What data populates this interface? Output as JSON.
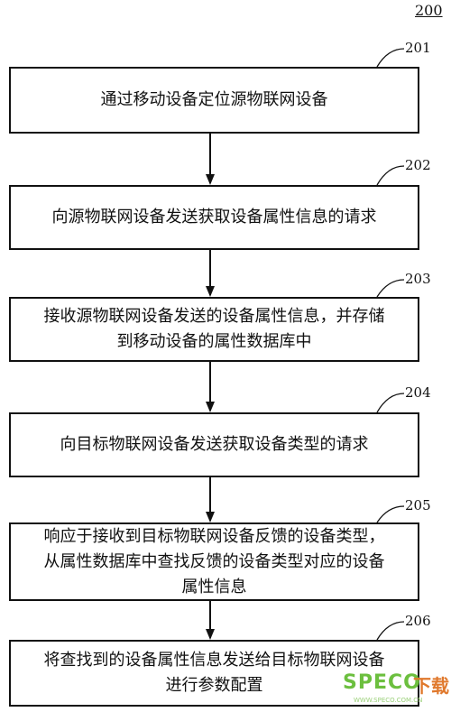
{
  "figure": {
    "label": "200"
  },
  "steps": [
    {
      "num": "201",
      "text": "通过移动设备定位源物联网设备"
    },
    {
      "num": "202",
      "text": "向源物联网设备发送获取设备属性信息的请求"
    },
    {
      "num": "203",
      "text": "接收源物联网设备发送的设备属性信息，并存储\n到移动设备的属性数据库中"
    },
    {
      "num": "204",
      "text": "向目标物联网设备发送获取设备类型的请求"
    },
    {
      "num": "205",
      "text": "响应于接收到目标物联网设备反馈的设备类型，\n从属性数据库中查找反馈的设备类型对应的设备\n属性信息"
    },
    {
      "num": "206",
      "text": "将查找到的设备属性信息发送给目标物联网设备\n进行参数配置"
    }
  ],
  "watermark": {
    "brand": "SPECO",
    "suffix": "下载",
    "url": "WWW.SPECO.COM.CN"
  }
}
